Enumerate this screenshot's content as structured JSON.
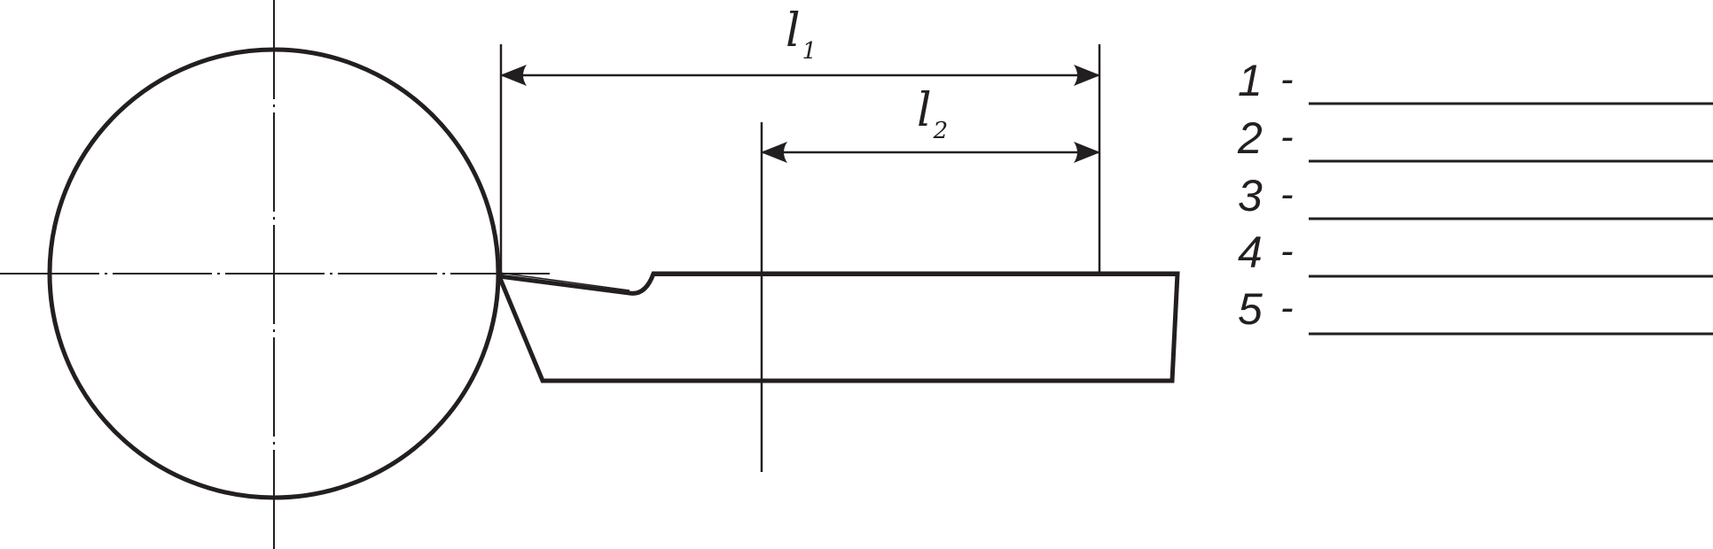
{
  "dimensions": {
    "l1": {
      "letter": "l",
      "index": "1"
    },
    "l2": {
      "letter": "l",
      "index": "2"
    }
  },
  "legend": {
    "items": [
      {
        "number": "1",
        "dash": "-"
      },
      {
        "number": "2",
        "dash": "-"
      },
      {
        "number": "3",
        "dash": "-"
      },
      {
        "number": "4",
        "dash": "-"
      },
      {
        "number": "5",
        "dash": "-"
      }
    ]
  },
  "colors": {
    "ink": "#231f20"
  }
}
